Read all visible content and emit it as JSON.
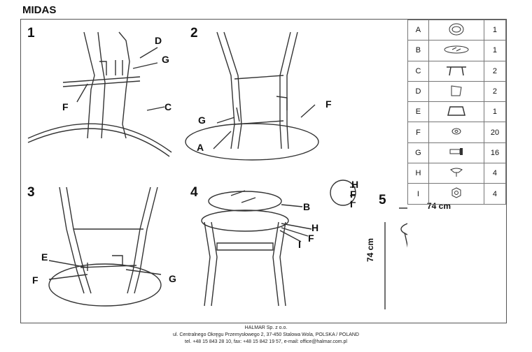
{
  "title": "MIDAS",
  "steps": [
    "1",
    "2",
    "3",
    "4",
    "5"
  ],
  "callouts": {
    "s1": {
      "D": "D",
      "G": "G",
      "F": "F",
      "C": "C"
    },
    "s2": {
      "G": "G",
      "F": "F",
      "A": "A"
    },
    "s3": {
      "E": "E",
      "F": "F",
      "G": "G"
    },
    "s4": {
      "B": "B",
      "H": "H",
      "F": "F",
      "I": "I",
      "detail_H": "H",
      "detail_F": "F",
      "detail_I": "I"
    }
  },
  "dimensions": {
    "width": "74 cm",
    "height": "74 cm"
  },
  "parts": [
    {
      "letter": "A",
      "icon": "mounting-plate-icon",
      "qty": "1"
    },
    {
      "letter": "B",
      "icon": "glass-top-icon",
      "qty": "1"
    },
    {
      "letter": "C",
      "icon": "leg-icon",
      "qty": "2"
    },
    {
      "letter": "D",
      "icon": "frame-bracket-icon",
      "qty": "2"
    },
    {
      "letter": "E",
      "icon": "shelf-frame-icon",
      "qty": "1"
    },
    {
      "letter": "F",
      "icon": "washer-icon",
      "qty": "20"
    },
    {
      "letter": "G",
      "icon": "bolt-icon",
      "qty": "16"
    },
    {
      "letter": "H",
      "icon": "suction-pad-icon",
      "qty": "4"
    },
    {
      "letter": "I",
      "icon": "nut-icon",
      "qty": "4"
    }
  ],
  "footer": {
    "line1": "HALMAR Sp. z o.o.",
    "line2": "ul. Centralnego Okręgu Przemysłowego 2, 37-450 Stalowa Wola, POLSKA / POLAND",
    "line3": "tel. +48 15 843 28 10, fax: +48 15 842 19 57, e-mail: office@halmar.com.pl"
  }
}
